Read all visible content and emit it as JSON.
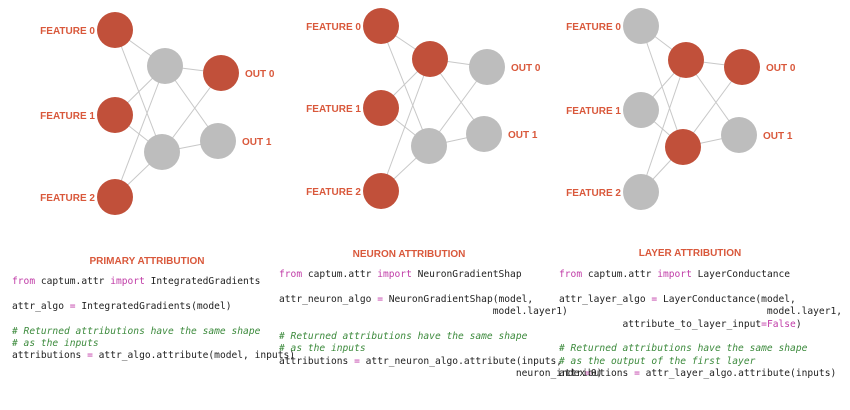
{
  "colors": {
    "active": "#c1503a",
    "inactive": "#bdbdbd",
    "edge": "#c8c8c8",
    "label": "#d9583b",
    "keyword": "#c03ca7",
    "comment": "#3c8a3c",
    "code": "#222222"
  },
  "panels": [
    {
      "title": "PRIMARY ATTRIBUTION",
      "inputs": [
        {
          "label": "FEATURE 0",
          "active": true
        },
        {
          "label": "FEATURE 1",
          "active": true
        },
        {
          "label": "FEATURE 2",
          "active": true
        }
      ],
      "hidden": [
        {
          "active": false
        },
        {
          "active": false
        }
      ],
      "outputs": [
        {
          "label": "OUT 0",
          "active": true
        },
        {
          "label": "OUT 1",
          "active": false
        }
      ],
      "code": [
        [
          {
            "t": "from",
            "c": "kw"
          },
          {
            "t": " captum.attr "
          },
          {
            "t": "import",
            "c": "kw"
          },
          {
            "t": " IntegratedGradients"
          }
        ],
        [],
        [
          {
            "t": "attr_algo "
          },
          {
            "t": "=",
            "c": "op"
          },
          {
            "t": " IntegratedGradients(model)"
          }
        ],
        [],
        [
          {
            "t": "# Returned attributions have the same shape",
            "c": "cm"
          }
        ],
        [
          {
            "t": "# as the inputs",
            "c": "cm"
          }
        ],
        [
          {
            "t": "attributions "
          },
          {
            "t": "=",
            "c": "op"
          },
          {
            "t": " attr_algo.attribute(model, inputs)"
          }
        ]
      ]
    },
    {
      "title": "NEURON ATTRIBUTION",
      "inputs": [
        {
          "label": "FEATURE 0",
          "active": true
        },
        {
          "label": "FEATURE 1",
          "active": true
        },
        {
          "label": "FEATURE 2",
          "active": true
        }
      ],
      "hidden": [
        {
          "active": true
        },
        {
          "active": false
        }
      ],
      "outputs": [
        {
          "label": "OUT 0",
          "active": false
        },
        {
          "label": "OUT 1",
          "active": false
        }
      ],
      "code": [
        [
          {
            "t": "from",
            "c": "kw"
          },
          {
            "t": " captum.attr "
          },
          {
            "t": "import",
            "c": "kw"
          },
          {
            "t": " NeuronGradientShap"
          }
        ],
        [],
        [
          {
            "t": "attr_neuron_algo "
          },
          {
            "t": "=",
            "c": "op"
          },
          {
            "t": " NeuronGradientShap(model,"
          }
        ],
        [
          {
            "t": "                                     model.layer1)"
          }
        ],
        [],
        [
          {
            "t": "# Returned attributions have the same shape",
            "c": "cm"
          }
        ],
        [
          {
            "t": "# as the inputs",
            "c": "cm"
          }
        ],
        [
          {
            "t": "attributions "
          },
          {
            "t": "=",
            "c": "op"
          },
          {
            "t": " attr_neuron_algo.attribute(inputs,"
          }
        ],
        [
          {
            "t": "                                         neuron_index"
          },
          {
            "t": "=",
            "c": "op"
          },
          {
            "t": "0)"
          }
        ]
      ]
    },
    {
      "title": "LAYER ATTRIBUTION",
      "inputs": [
        {
          "label": "FEATURE 0",
          "active": false
        },
        {
          "label": "FEATURE 1",
          "active": false
        },
        {
          "label": "FEATURE 2",
          "active": false
        }
      ],
      "hidden": [
        {
          "active": true
        },
        {
          "active": true
        }
      ],
      "outputs": [
        {
          "label": "OUT 0",
          "active": true
        },
        {
          "label": "OUT 1",
          "active": false
        }
      ],
      "code": [
        [
          {
            "t": "from",
            "c": "kw"
          },
          {
            "t": " captum.attr "
          },
          {
            "t": "import",
            "c": "kw"
          },
          {
            "t": " LayerConductance"
          }
        ],
        [],
        [
          {
            "t": "attr_layer_algo "
          },
          {
            "t": "=",
            "c": "op"
          },
          {
            "t": " LayerConductance(model,"
          }
        ],
        [
          {
            "t": "                                    model.layer1,"
          }
        ],
        [
          {
            "t": "           attribute_to_layer_input"
          },
          {
            "t": "=",
            "c": "op"
          },
          {
            "t": "False",
            "c": "nb"
          },
          {
            "t": ")"
          }
        ],
        [],
        [
          {
            "t": "# Returned attributions have the same shape",
            "c": "cm"
          }
        ],
        [
          {
            "t": "# as the output of the first layer",
            "c": "cm"
          }
        ],
        [
          {
            "t": "attributions "
          },
          {
            "t": "=",
            "c": "op"
          },
          {
            "t": " attr_layer_algo.attribute(inputs)"
          }
        ]
      ]
    }
  ]
}
